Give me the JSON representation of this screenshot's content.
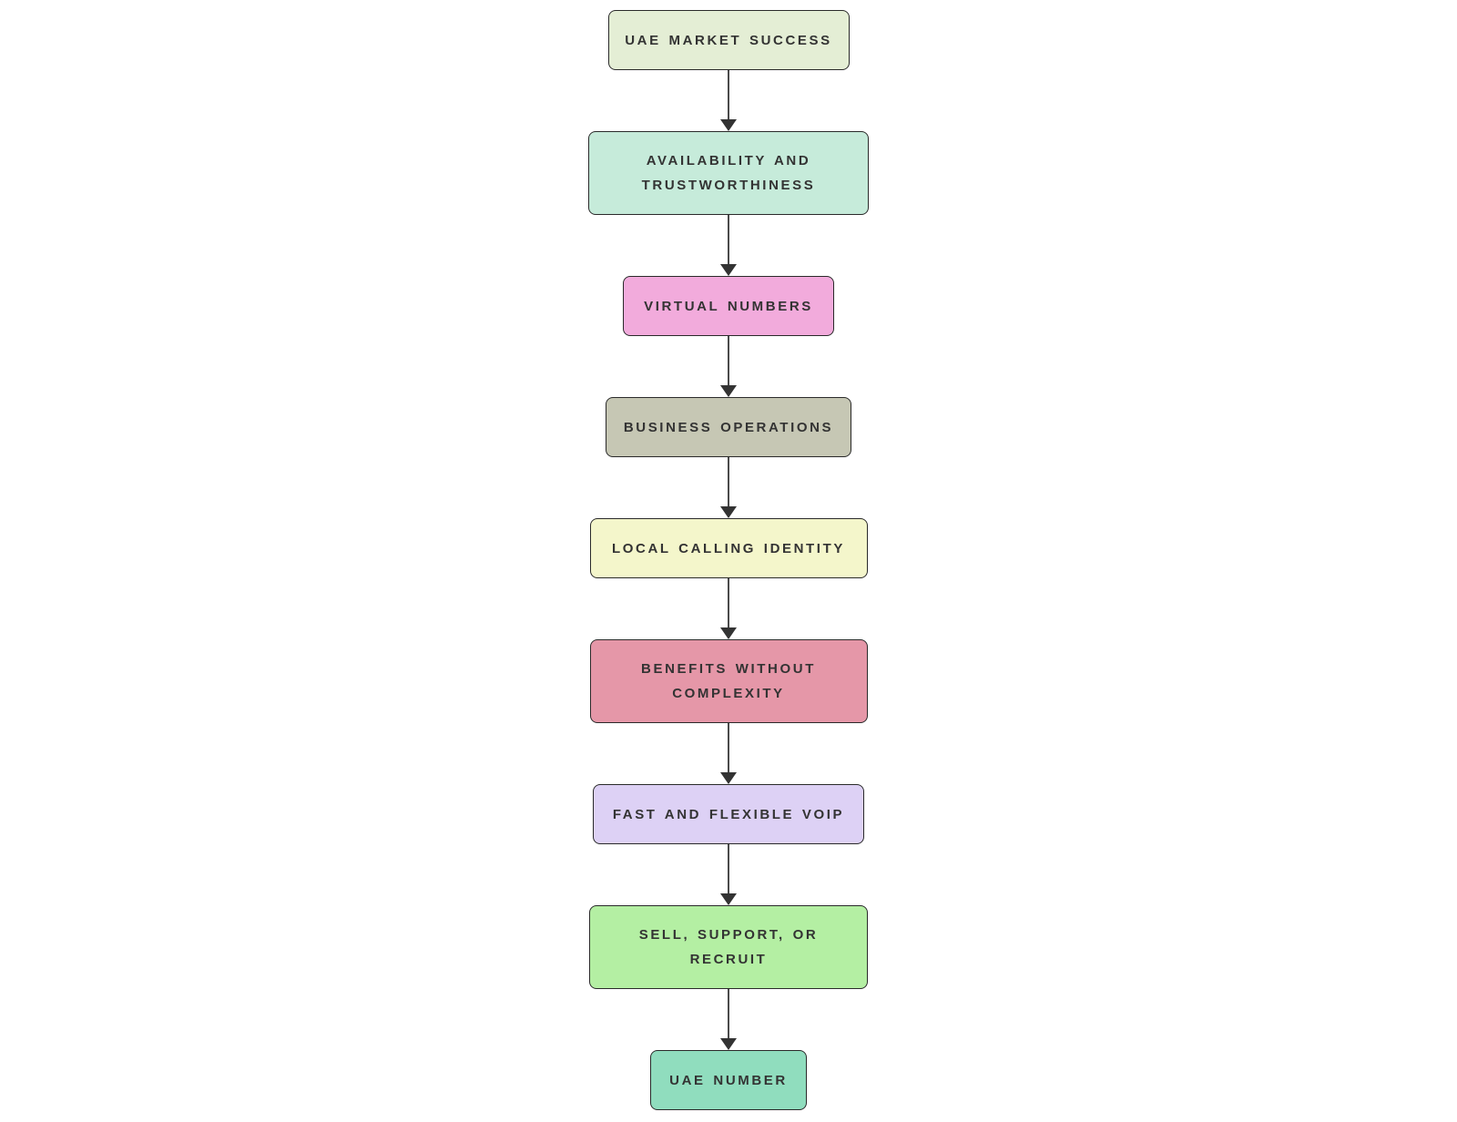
{
  "diagram": {
    "type": "flowchart",
    "direction": "top-down",
    "nodes": [
      {
        "id": "uae-market-success",
        "label": "UAE MARKET SUCCESS",
        "fill": "#e4eed5"
      },
      {
        "id": "availability-trustworthiness",
        "label": "AVAILABILITY AND\nTRUSTWORTHINESS",
        "fill": "#c6ebda"
      },
      {
        "id": "virtual-numbers",
        "label": "VIRTUAL NUMBERS",
        "fill": "#f2abdc"
      },
      {
        "id": "business-operations",
        "label": "BUSINESS OPERATIONS",
        "fill": "#c6c7b4"
      },
      {
        "id": "local-calling-identity",
        "label": "LOCAL CALLING IDENTITY",
        "fill": "#f4f6cb"
      },
      {
        "id": "benefits-without-complexity",
        "label": "BENEFITS WITHOUT\nCOMPLEXITY",
        "fill": "#e597a8"
      },
      {
        "id": "fast-flexible-voip",
        "label": "FAST AND FLEXIBLE VOIP",
        "fill": "#ddd1f5"
      },
      {
        "id": "sell-support-recruit",
        "label": "SELL, SUPPORT, OR\nRECRUIT",
        "fill": "#b4efa3"
      },
      {
        "id": "uae-number",
        "label": "UAE NUMBER",
        "fill": "#90ddbe"
      }
    ],
    "edges": [
      {
        "from": "uae-market-success",
        "to": "availability-trustworthiness"
      },
      {
        "from": "availability-trustworthiness",
        "to": "virtual-numbers"
      },
      {
        "from": "virtual-numbers",
        "to": "business-operations"
      },
      {
        "from": "business-operations",
        "to": "local-calling-identity"
      },
      {
        "from": "local-calling-identity",
        "to": "benefits-without-complexity"
      },
      {
        "from": "benefits-without-complexity",
        "to": "fast-flexible-voip"
      },
      {
        "from": "fast-flexible-voip",
        "to": "sell-support-recruit"
      },
      {
        "from": "sell-support-recruit",
        "to": "uae-number"
      }
    ],
    "style": {
      "node_border_color": "#2a2a2a",
      "text_color": "#333333",
      "arrow_color": "#404040",
      "background": "#ffffff"
    }
  }
}
